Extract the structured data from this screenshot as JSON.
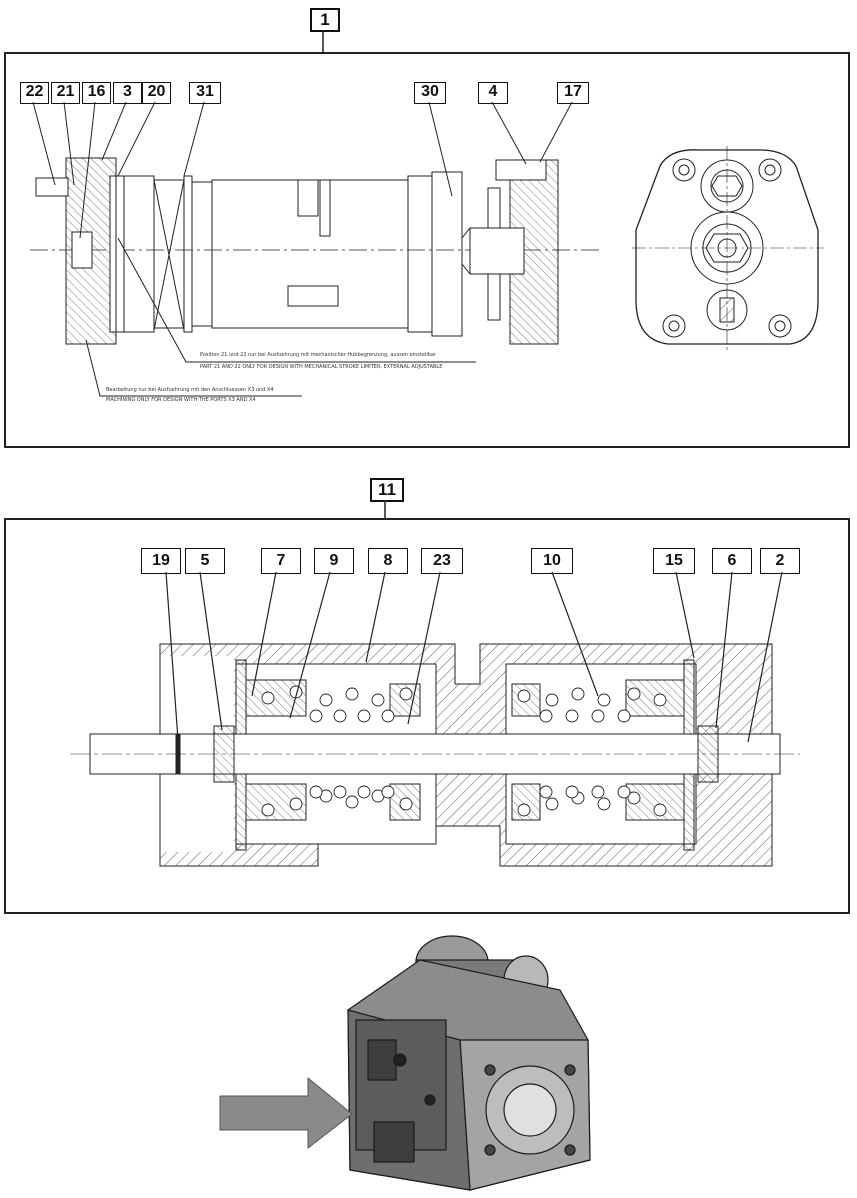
{
  "section1": {
    "label": "1",
    "callouts": [
      "22",
      "21",
      "16",
      "3",
      "20",
      "31",
      "30",
      "4",
      "17"
    ],
    "notes": [
      "Position 21 und 22 nur bei Ausfuehrung mit mechanischer Hubbegrenzung, aussen einstellbar",
      "PART 21 AND 22 ONLY FOR DESIGN WITH MECHANICAL STROKE LIMITER, EXTERNAL ADJUSTABLE",
      "Bearbeitung nur bei Ausfuehrung mit den Anschluessen X3 und X4",
      "MACHINING ONLY FOR DESIGN WITH THE PORTS X3 AND X4"
    ]
  },
  "section2": {
    "label": "11",
    "callouts": [
      "19",
      "5",
      "7",
      "9",
      "8",
      "23",
      "10",
      "15",
      "6",
      "2"
    ]
  },
  "photo": {
    "icon": "hydraulic-pump-photo",
    "arrow_color": "#8a8a8a"
  }
}
